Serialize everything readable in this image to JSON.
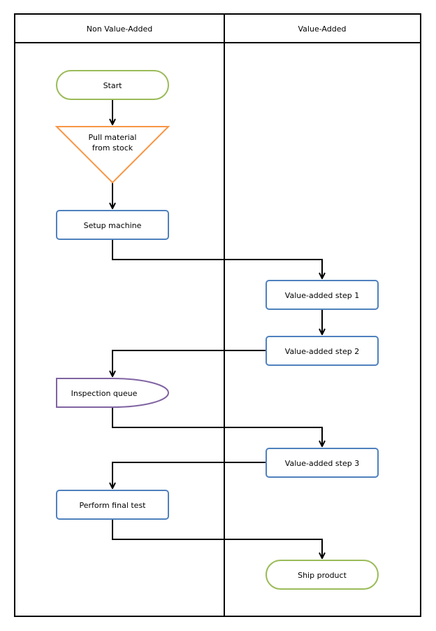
{
  "lanes": {
    "non_value_added": "Non Value-Added",
    "value_added": "Value-Added"
  },
  "nodes": {
    "start": "Start",
    "pull_line1": "Pull material",
    "pull_line2": "from stock",
    "setup": "Setup machine",
    "va1": "Value-added step 1",
    "va2": "Value-added step 2",
    "inspection": "Inspection queue",
    "va3": "Value-added step 3",
    "final_test": "Perform final test",
    "ship": "Ship product"
  },
  "colors": {
    "terminal": "#9bbb59",
    "process": "#4f81bd",
    "storage": "#f79646",
    "queue": "#8064a2"
  }
}
